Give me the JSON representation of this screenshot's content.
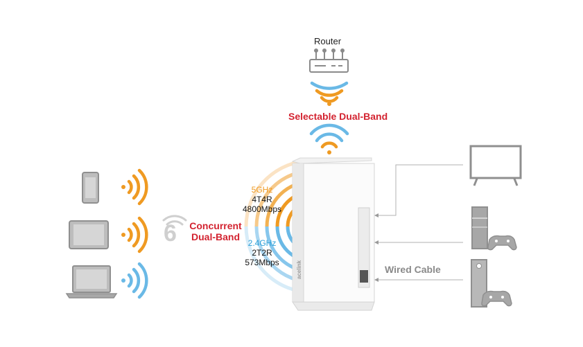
{
  "router": {
    "label": "Router"
  },
  "uplink": {
    "label": "Selectable Dual-Band"
  },
  "concurrent": {
    "line1": "Concurrent",
    "line2": "Dual-Band"
  },
  "band_5ghz": {
    "frequency": "5GHz",
    "streams": "4T4R",
    "speed": "4800Mbps"
  },
  "band_24ghz": {
    "frequency": "2.4GHz",
    "streams": "2T2R",
    "speed": "573Mbps"
  },
  "wifi6": {
    "glyph": "6"
  },
  "wired": {
    "label": "Wired Cable"
  },
  "device": {
    "brand": "acelink"
  },
  "icons": [
    "smartphone-icon",
    "tablet-icon",
    "laptop-icon",
    "tv-icon",
    "game-console-icon",
    "xbox-icon",
    "gamepad-icon",
    "router-icon",
    "wifi-icon",
    "wifi6-icon"
  ],
  "colors": {
    "orange": "#ef9a22",
    "blue": "#6ab9e6",
    "accent_red": "#d32330",
    "gray": "#9a9a9a"
  }
}
